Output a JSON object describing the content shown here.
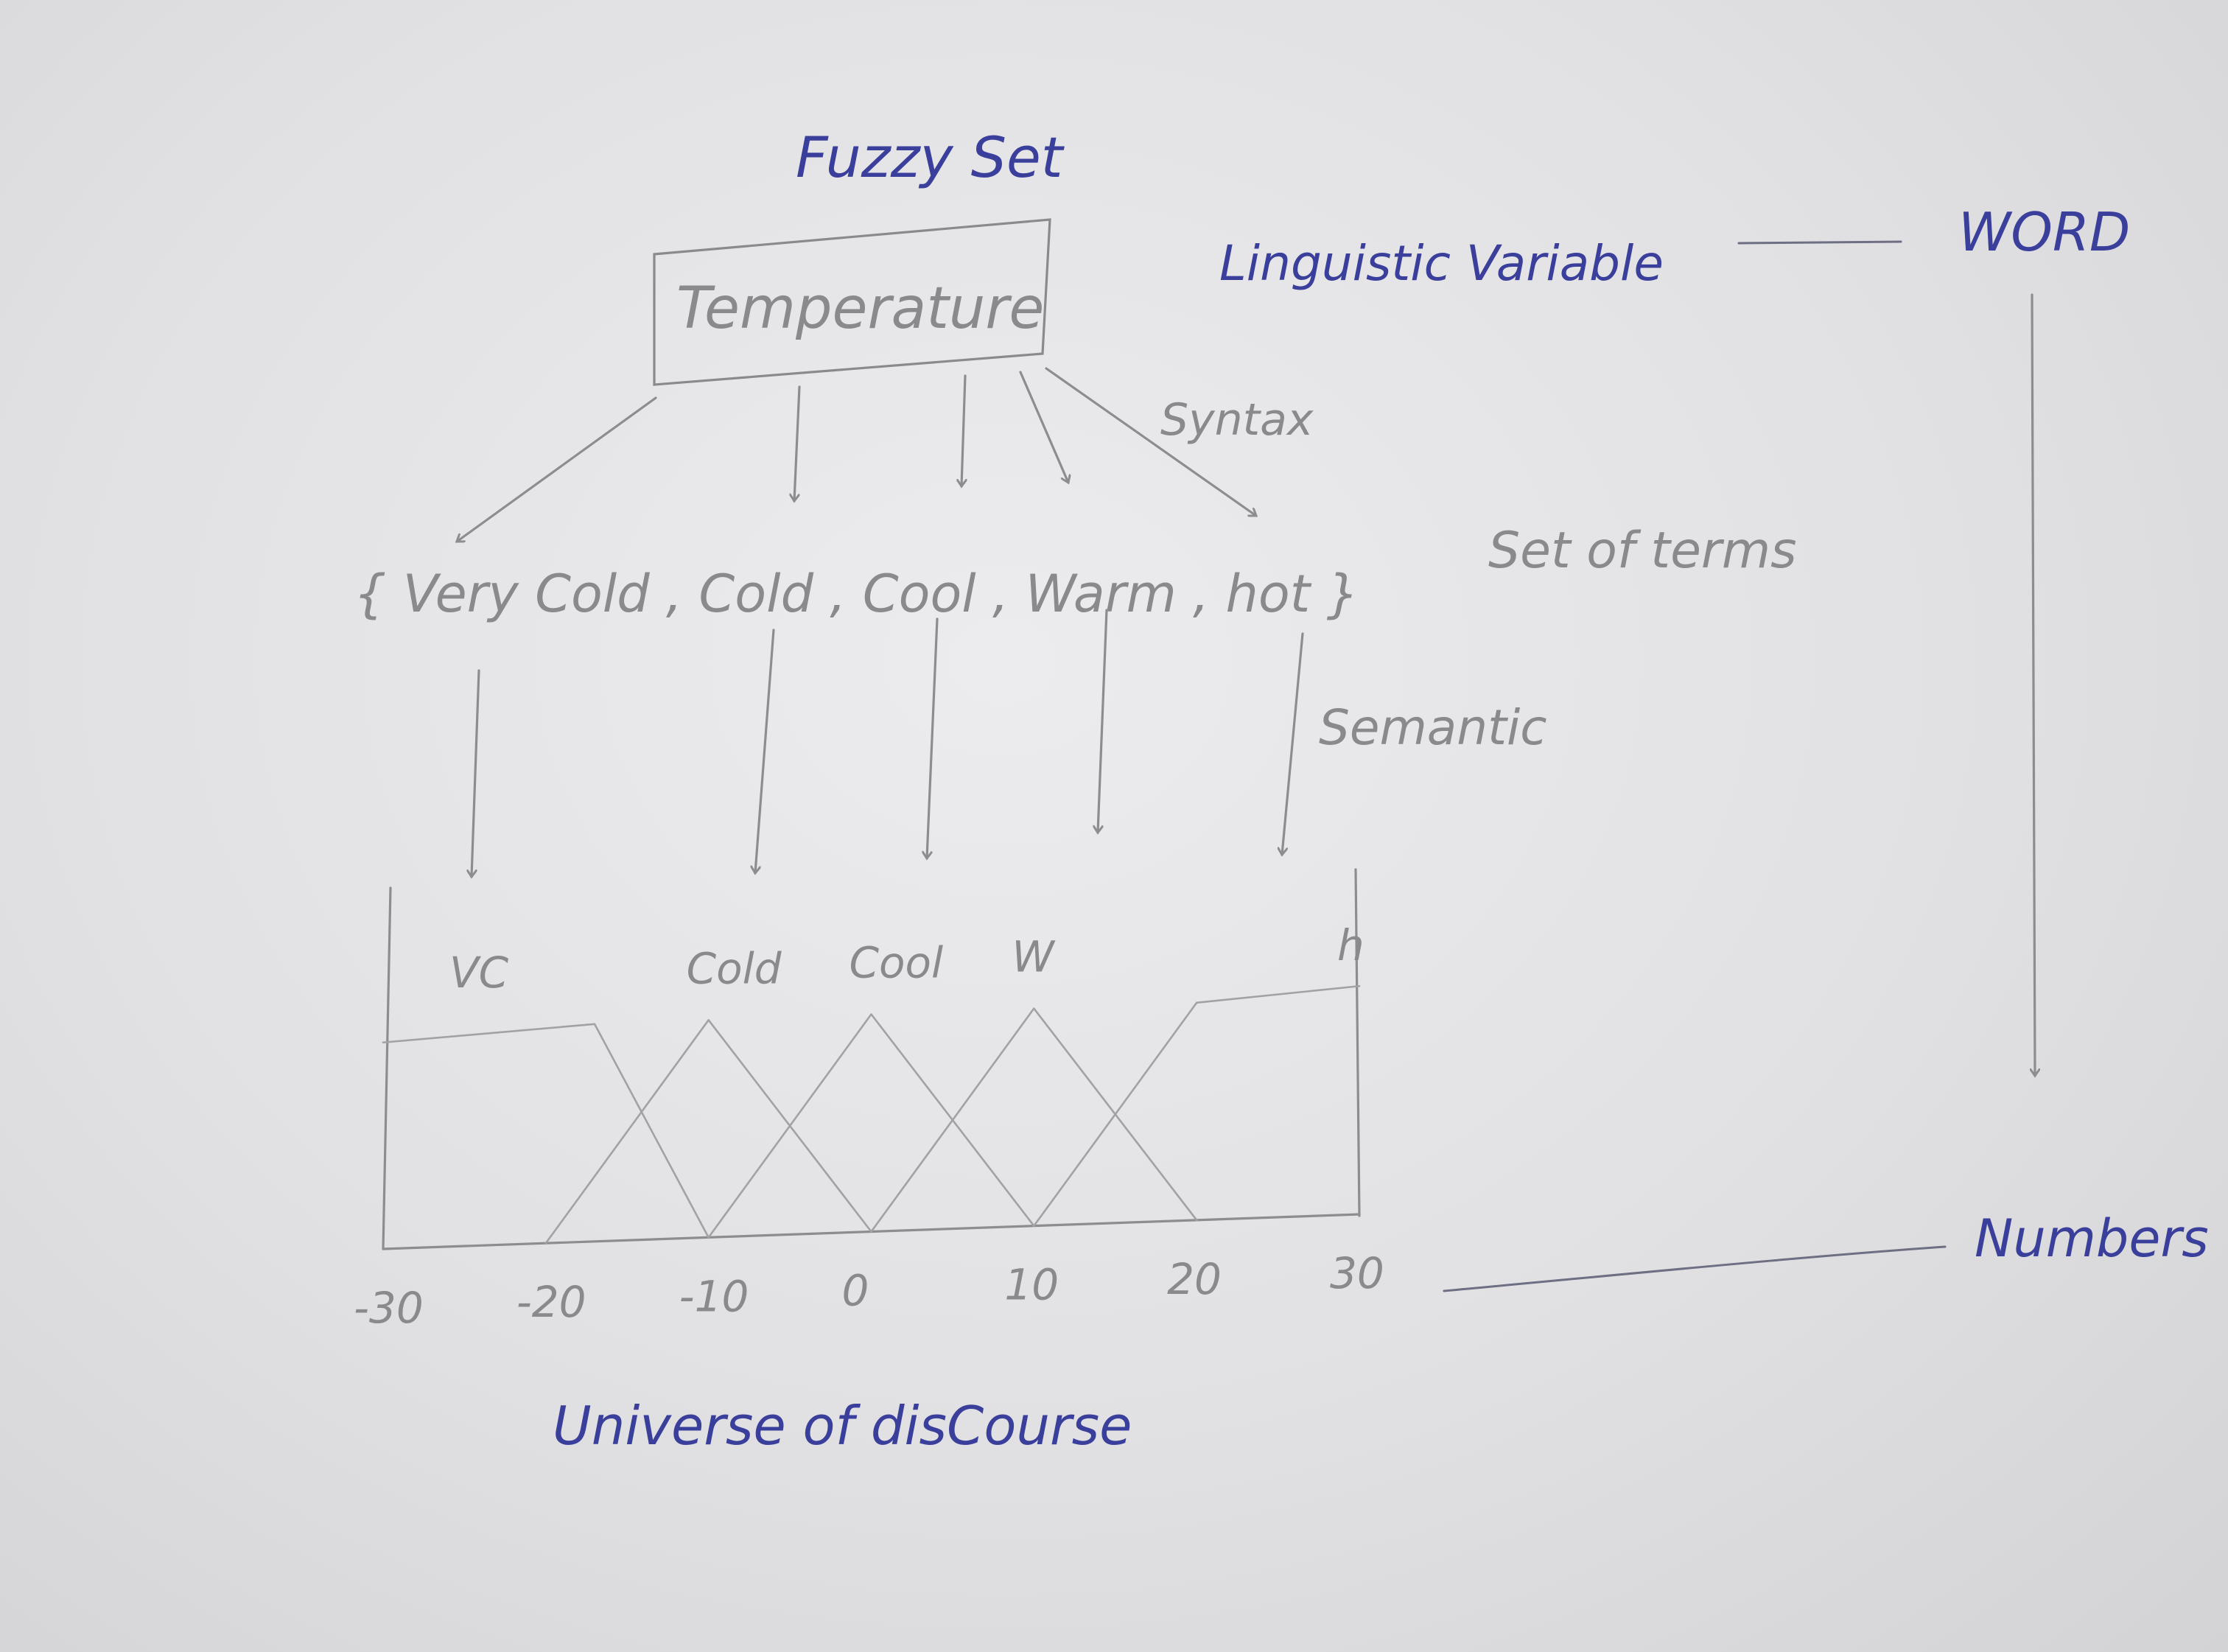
{
  "title": "Fuzzy Set",
  "variable_box": "Temperature",
  "linguistic_variable_label": "Linguistic Variable",
  "word_label": "WORD",
  "numbers_label": "Numbers",
  "syntax_label": "Syntax",
  "semantic_label": "Semantic",
  "set_of_terms_label": "Set of terms",
  "terms_text": "{ Very Cold , Cold , Cool , Warm , hot }",
  "universe_label": "Universe of disCourse",
  "chart_data": {
    "type": "line",
    "x_ticks": [
      "-30",
      "-20",
      "-10",
      "0",
      "10",
      "20",
      "30"
    ],
    "xlim": [
      -30,
      30
    ],
    "ylim": [
      0,
      1
    ],
    "series": [
      {
        "name": "VC",
        "x": [
          -30,
          -17,
          -10
        ],
        "y": [
          0.95,
          1,
          0
        ]
      },
      {
        "name": "Cold",
        "x": [
          -20,
          -10,
          0
        ],
        "y": [
          0,
          1,
          0
        ]
      },
      {
        "name": "Cool",
        "x": [
          -10,
          0,
          10
        ],
        "y": [
          0,
          1,
          0
        ]
      },
      {
        "name": "W",
        "x": [
          0,
          10,
          20
        ],
        "y": [
          0,
          1,
          0
        ]
      },
      {
        "name": "h",
        "x": [
          10,
          20,
          30
        ],
        "y": [
          0,
          1,
          1.05
        ]
      }
    ]
  }
}
